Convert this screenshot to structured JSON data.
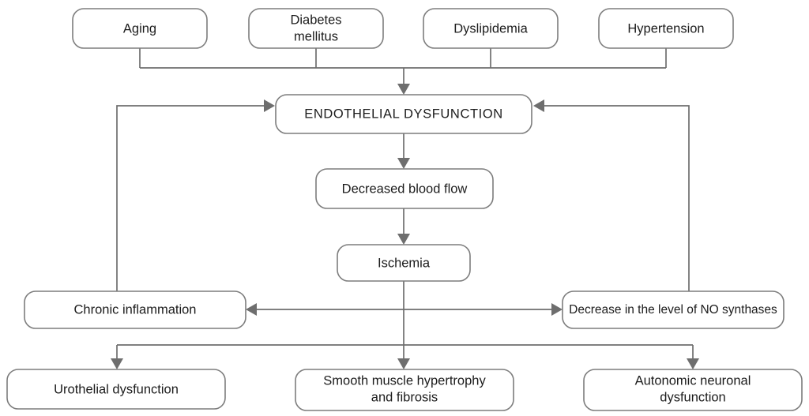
{
  "diagram": {
    "title": "Pathophysiology flowchart of endothelial dysfunction",
    "type": "flowchart",
    "background_color": "#ffffff",
    "box_stroke_color": "#7d7d7d",
    "box_fill_color": "#ffffff",
    "connector_color": "#6e6e6e",
    "text_color": "#1c1c1c"
  },
  "nodes": {
    "risk_factors": [
      {
        "id": "aging",
        "label": "Aging",
        "lines": [
          "Aging"
        ]
      },
      {
        "id": "diabetes",
        "label": "Diabetes mellitus",
        "lines": [
          "Diabetes",
          "mellitus"
        ]
      },
      {
        "id": "dyslipidemia",
        "label": "Dyslipidemia",
        "lines": [
          "Dyslipidemia"
        ]
      },
      {
        "id": "hypertension",
        "label": "Hypertension",
        "lines": [
          "Hypertension"
        ]
      }
    ],
    "central": {
      "id": "endothelial-dysfunction",
      "label": "ENDOTHELIAL DYSFUNCTION",
      "lines": [
        "ENDOTHELIAL DYSFUNCTION"
      ]
    },
    "chain": [
      {
        "id": "decreased-blood-flow",
        "label": "Decreased blood flow",
        "lines": [
          "Decreased blood flow"
        ]
      },
      {
        "id": "ischemia",
        "label": "Ischemia",
        "lines": [
          "Ischemia"
        ]
      }
    ],
    "mediators": [
      {
        "id": "chronic-inflammation",
        "label": "Chronic inflammation",
        "lines": [
          "Chronic inflammation"
        ]
      },
      {
        "id": "no-synthases",
        "label": "Decrease in the level of NO synthases",
        "lines": [
          "Decrease in the level of NO synthases"
        ]
      }
    ],
    "outcomes": [
      {
        "id": "urothelial-dysfunction",
        "label": "Urothelial dysfunction",
        "lines": [
          "Urothelial dysfunction"
        ]
      },
      {
        "id": "smooth-muscle",
        "label": "Smooth muscle hypertrophy and fibrosis",
        "lines": [
          "Smooth muscle hypertrophy",
          "and fibrosis"
        ]
      },
      {
        "id": "autonomic-neuronal",
        "label": "Autonomic neuronal dysfunction",
        "lines": [
          "Autonomic neuronal",
          "dysfunction"
        ]
      }
    ]
  },
  "edges": [
    {
      "from": "aging",
      "to": "endothelial-dysfunction",
      "style": "bus-down"
    },
    {
      "from": "diabetes",
      "to": "endothelial-dysfunction",
      "style": "bus-down"
    },
    {
      "from": "dyslipidemia",
      "to": "endothelial-dysfunction",
      "style": "bus-down"
    },
    {
      "from": "hypertension",
      "to": "endothelial-dysfunction",
      "style": "bus-down"
    },
    {
      "from": "endothelial-dysfunction",
      "to": "decreased-blood-flow",
      "style": "straight-down"
    },
    {
      "from": "decreased-blood-flow",
      "to": "ischemia",
      "style": "straight-down"
    },
    {
      "from": "ischemia",
      "to": "chronic-inflammation",
      "style": "branch-left"
    },
    {
      "from": "ischemia",
      "to": "no-synthases",
      "style": "branch-right"
    },
    {
      "from": "ischemia",
      "to": "smooth-muscle",
      "style": "straight-down"
    },
    {
      "from": "chronic-inflammation",
      "to": "endothelial-dysfunction",
      "style": "feedback-left"
    },
    {
      "from": "no-synthases",
      "to": "endothelial-dysfunction",
      "style": "feedback-right"
    },
    {
      "from": "ischemia",
      "to": "urothelial-dysfunction",
      "style": "bus-down"
    },
    {
      "from": "ischemia",
      "to": "autonomic-neuronal",
      "style": "bus-down"
    }
  ]
}
